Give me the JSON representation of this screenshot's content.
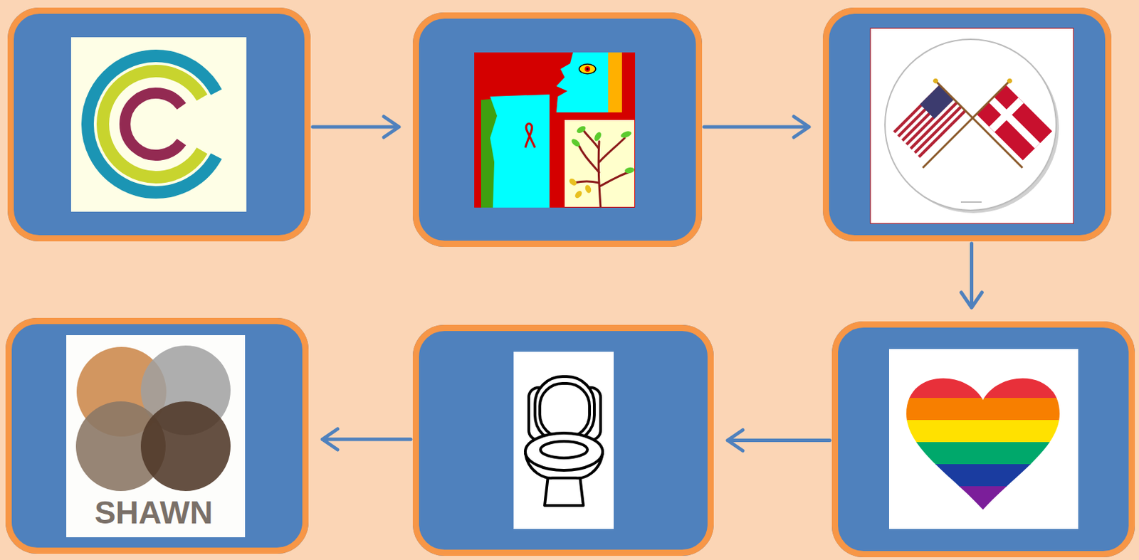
{
  "diagram": {
    "nodes": [
      {
        "text": []
      },
      {
        "text": []
      },
      {
        "text": []
      },
      {
        "text": []
      },
      {
        "text": []
      },
      {
        "text": [
          "SHAWN"
        ]
      }
    ],
    "edges": [
      {
        "from": 0,
        "to": 1,
        "arrow": "to"
      },
      {
        "from": 1,
        "to": 2,
        "arrow": "to"
      },
      {
        "from": 2,
        "to": 3,
        "arrow": "to"
      },
      {
        "from": 3,
        "to": 4,
        "arrow": "to"
      },
      {
        "from": 4,
        "to": 5,
        "arrow": "to"
      }
    ]
  }
}
